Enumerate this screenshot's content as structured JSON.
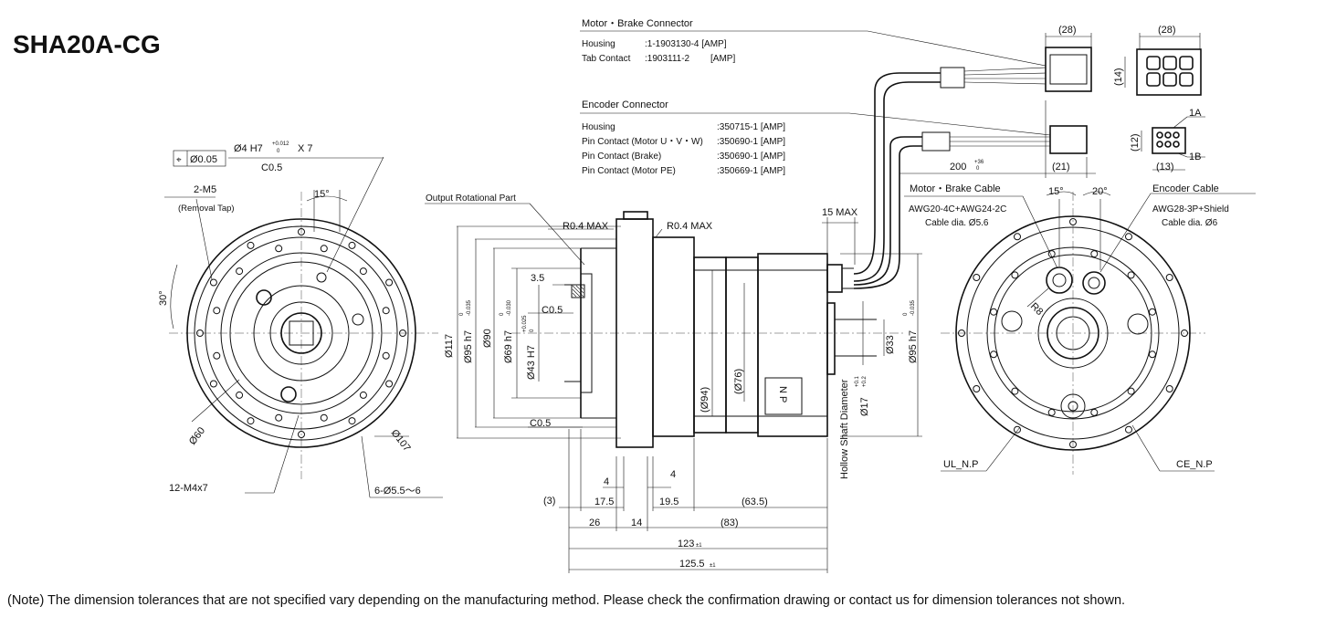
{
  "title": "SHA20A-CG",
  "note": "(Note) The dimension tolerances that are not specified vary depending on the manufacturing method. Please check the confirmation drawing or contact us for dimension tolerances not shown.",
  "motor_brake_connector": {
    "heading": "Motor・Brake Connector",
    "rows": [
      {
        "label": "Housing",
        "value": ":1-1903130-4 [AMP]"
      },
      {
        "label": "Tab Contact",
        "value": ":1903111-2",
        "maker": "[AMP]"
      }
    ]
  },
  "encoder_connector": {
    "heading": "Encoder Connector",
    "rows": [
      {
        "label": "Housing",
        "value": ":350715-1 [AMP]"
      },
      {
        "label": "Pin Contact (Motor U・V・W)",
        "value": ":350690-1 [AMP]"
      },
      {
        "label": "Pin Contact (Brake)",
        "value": ":350690-1 [AMP]"
      },
      {
        "label": "Pin Contact (Motor PE)",
        "value": ":350669-1 [AMP]"
      }
    ]
  },
  "front_view": {
    "flatness": "Ø0.05",
    "pin_hole": "Ø4 H7",
    "pin_tol_upper": "+0.012",
    "pin_tol_lower": "0",
    "pin_depth": "X 7",
    "chamfer": "C0.5",
    "tap_label": "2-M5",
    "tap_note": "(Removal Tap)",
    "angle_15": "15°",
    "angle_30": "30°",
    "dia_60": "Ø60",
    "dia_107": "Ø107",
    "screw_label": "12-M4x7",
    "holes_label": "6-Ø5.5～6"
  },
  "side_view": {
    "output_part": "Output Rotational Part",
    "r04_left": "R0.4 MAX",
    "r04_right": "R0.4 MAX",
    "max15": "15 MAX",
    "d117": "Ø117",
    "d95h7": "Ø95 h7",
    "d90": "Ø90",
    "d69h7": "Ø69 h7",
    "d43H7": "Ø43 H7",
    "tol_zero": "0",
    "tol_neg35": "-0.035",
    "tol_neg030": "-0.030",
    "tol_pos025": "+0.025",
    "dim35": "3.5",
    "c05_top": "C0.5",
    "c05_bot": "C0.5",
    "d94": "(Ø94)",
    "d76": "(Ø76)",
    "np": "N P",
    "d33": "Ø33",
    "d17": "Ø17",
    "d17_tol_upper": "+0.1",
    "d17_tol_lower": "+0.2",
    "d95h7_right": "Ø95 h7",
    "hollow_shaft": "Hollow Shaft Diameter",
    "dim_3": "(3)",
    "dim_4a": "4",
    "dim_4b": "4",
    "dim_175": "17.5",
    "dim_195": "19.5",
    "dim_635": "(63.5)",
    "dim_26": "26",
    "dim_14": "14",
    "dim_83": "(83)",
    "dim_123": "123",
    "dim_1255": "125.5",
    "dim_suffix": "±1",
    "dim_200": "200",
    "dim_200_tol_upper": "+36",
    "dim_200_tol_lower": "0"
  },
  "rear_view": {
    "motor_cable": "Motor・Brake Cable",
    "motor_cable_spec": "AWG20-4C+AWG24-2C",
    "motor_cable_dia": "Cable dia. Ø5.6",
    "encoder_cable": "Encoder Cable",
    "encoder_cable_spec": "AWG28-3P+Shield",
    "encoder_cable_dia": "Cable dia. Ø6",
    "angle_15": "15°",
    "angle_20": "20°",
    "r8": "R8",
    "ul": "UL_N.P",
    "ce": "CE_N.P"
  },
  "connector_dims": {
    "d28a": "(28)",
    "d28b": "(28)",
    "d14": "(14)",
    "d12": "(12)",
    "d13": "(13)",
    "d21": "(21)",
    "pin1a": "1A",
    "pin1b": "1B"
  }
}
